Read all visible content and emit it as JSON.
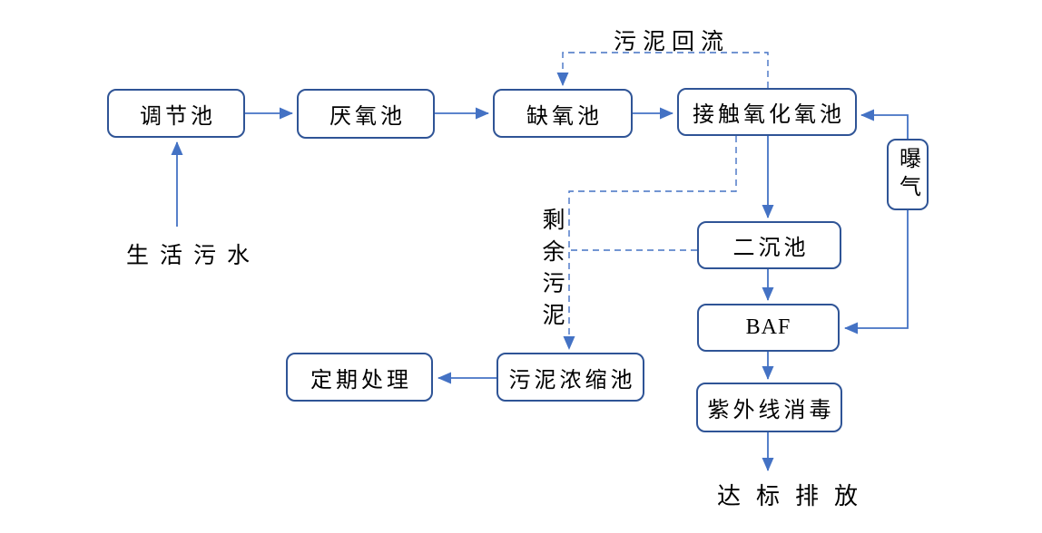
{
  "colors": {
    "box_border": "#2F5496",
    "connector": "#4472C4",
    "label_text": "#000000",
    "background": "#FFFFFF"
  },
  "nodes": {
    "regulating_tank": {
      "label": "调节池"
    },
    "anaerobic_tank": {
      "label": "厌氧池"
    },
    "anoxic_tank": {
      "label": "缺氧池"
    },
    "contact_oxidation_tank": {
      "label": "接触氧化氧池"
    },
    "aeration": {
      "label": "曝气"
    },
    "secondary_sedimentation_tank": {
      "label": "二沉池"
    },
    "baf": {
      "label": "BAF"
    },
    "uv_disinfection": {
      "label": "紫外线消毒"
    },
    "sludge_thickening_tank": {
      "label": "污泥浓缩池"
    },
    "periodic_treatment": {
      "label": "定期处理"
    }
  },
  "flow_labels": {
    "sludge_return": "污泥回流",
    "domestic_sewage": "生活污水",
    "excess_sludge": "剩余污泥",
    "standard_discharge": "达标排放"
  },
  "edges": [
    {
      "from": "生活污水",
      "to": "调节池",
      "style": "solid"
    },
    {
      "from": "调节池",
      "to": "厌氧池",
      "style": "solid"
    },
    {
      "from": "厌氧池",
      "to": "缺氧池",
      "style": "solid"
    },
    {
      "from": "缺氧池",
      "to": "接触氧化氧池",
      "style": "solid"
    },
    {
      "from": "接触氧化氧池",
      "to": "二沉池",
      "style": "solid"
    },
    {
      "from": "二沉池",
      "to": "BAF",
      "style": "solid"
    },
    {
      "from": "BAF",
      "to": "紫外线消毒",
      "style": "solid"
    },
    {
      "from": "紫外线消毒",
      "to": "达标排放",
      "style": "solid"
    },
    {
      "from": "污泥浓缩池",
      "to": "定期处理",
      "style": "solid"
    },
    {
      "from": "曝气",
      "to": "接触氧化氧池",
      "style": "solid"
    },
    {
      "from": "曝气",
      "to": "BAF",
      "style": "solid"
    },
    {
      "from": "接触氧化氧池",
      "to": "缺氧池",
      "style": "dashed",
      "label": "污泥回流"
    },
    {
      "from": "接触氧化氧池",
      "to": "污泥浓缩池",
      "style": "dashed",
      "label": "剩余污泥"
    },
    {
      "from": "二沉池",
      "to": "污泥浓缩池",
      "style": "dashed",
      "label": "剩余污泥"
    }
  ]
}
